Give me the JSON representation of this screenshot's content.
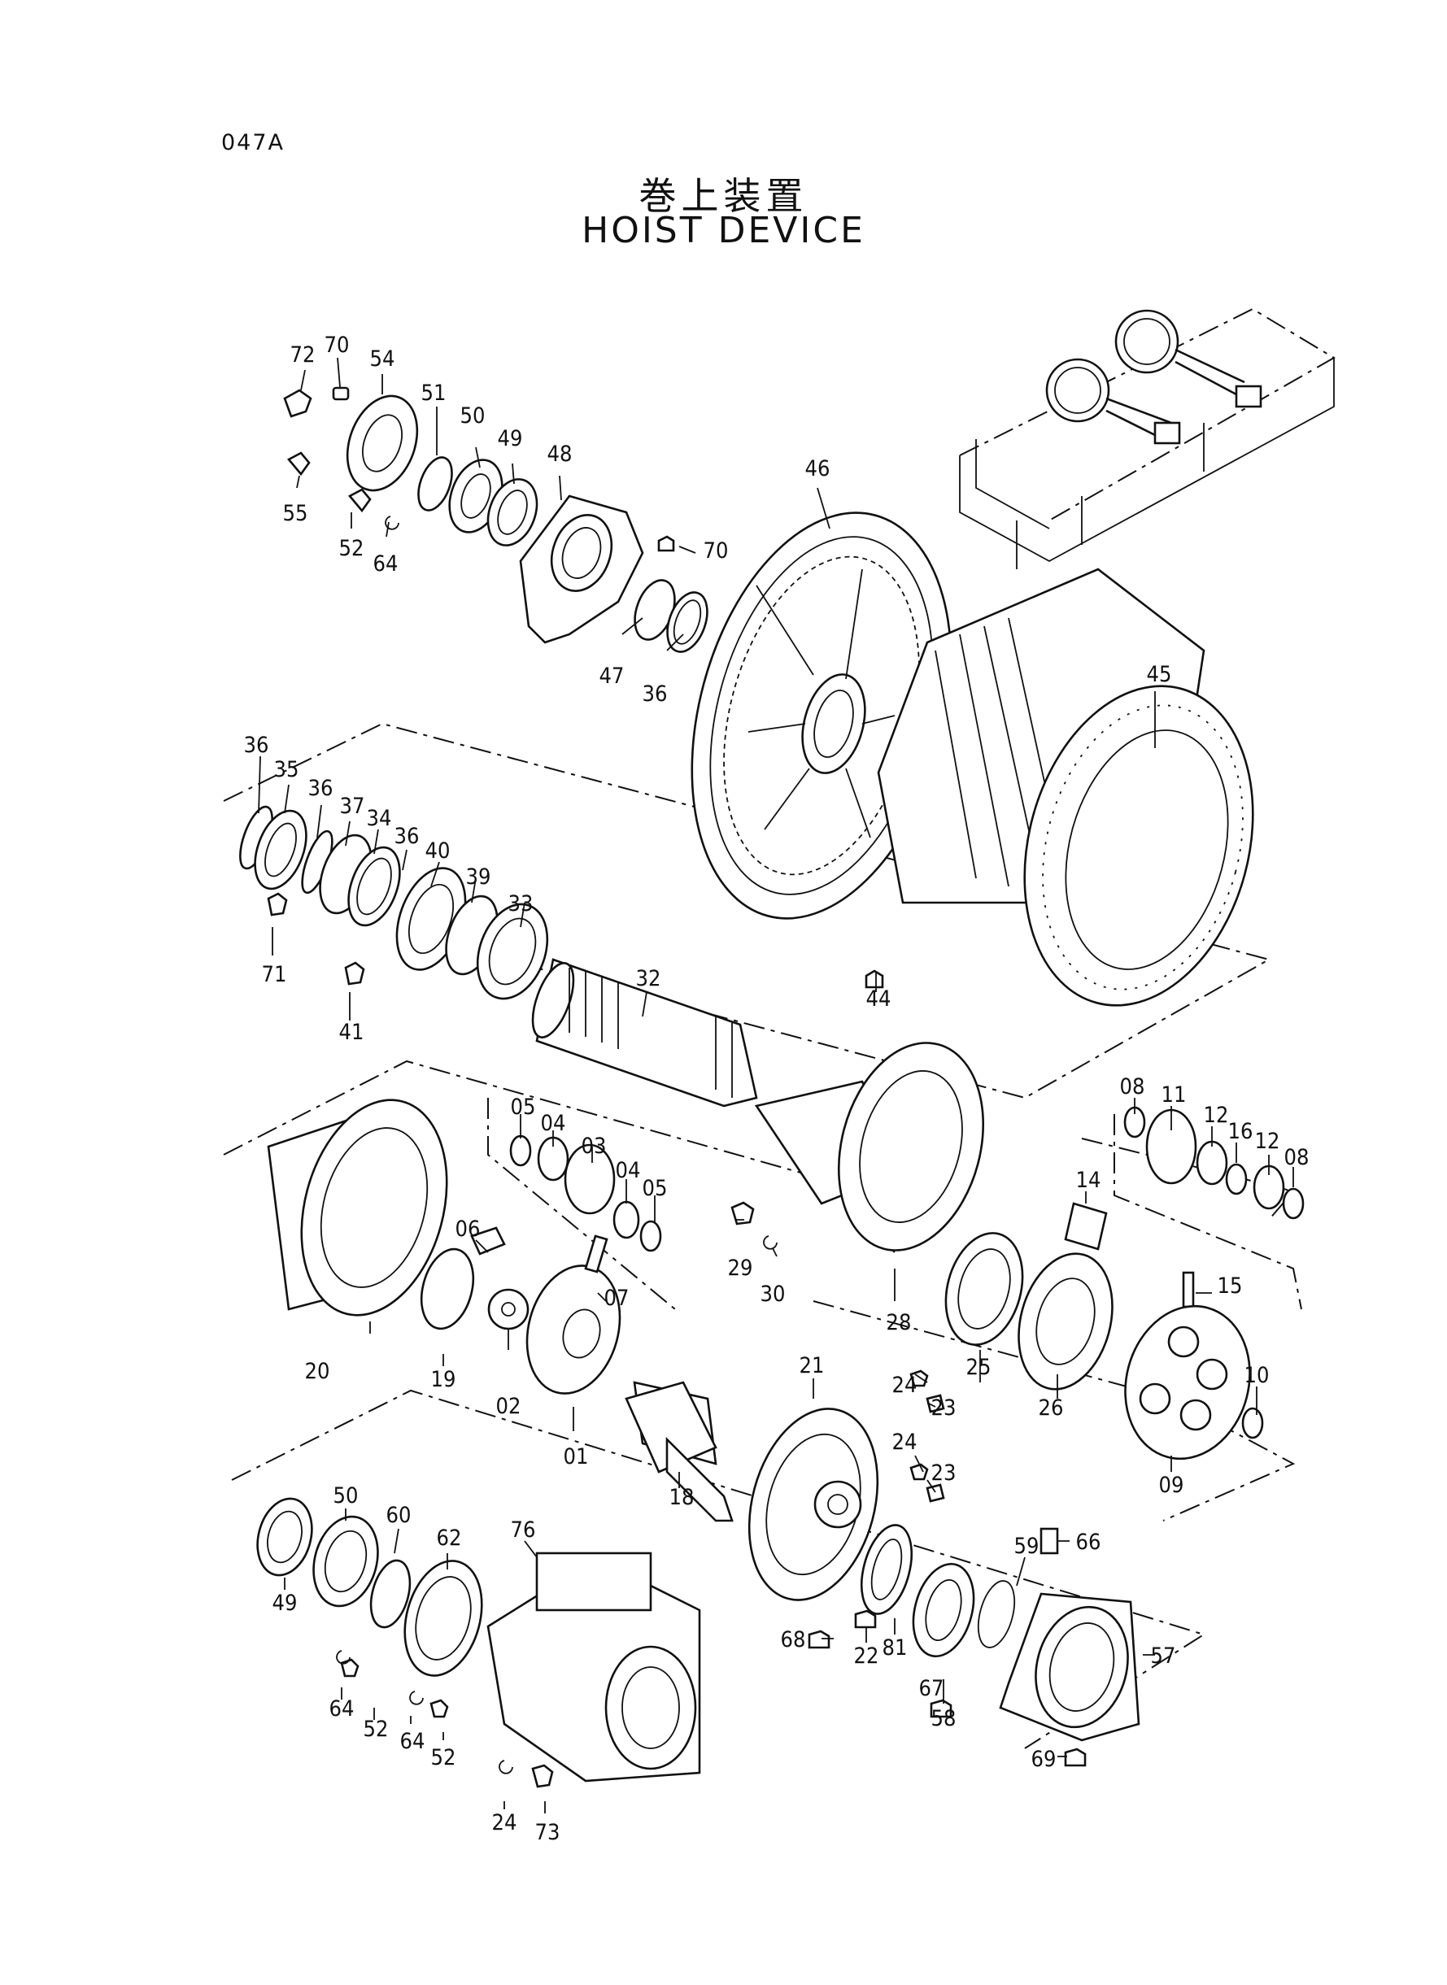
{
  "page_id": "047A",
  "title_jp": "巻上装置",
  "title_en": "HOIST DEVICE",
  "callouts": [
    "72",
    "70",
    "54",
    "51",
    "50",
    "49",
    "48",
    "55",
    "52",
    "64",
    "70",
    "47",
    "36",
    "46",
    "45",
    "36",
    "35",
    "36",
    "37",
    "34",
    "36",
    "40",
    "39",
    "33",
    "71",
    "41",
    "32",
    "44",
    "05",
    "04",
    "03",
    "04",
    "05",
    "06",
    "07",
    "20",
    "19",
    "02",
    "01",
    "29",
    "30",
    "28",
    "25",
    "26",
    "08",
    "11",
    "12",
    "16",
    "12",
    "08",
    "14",
    "15",
    "09",
    "10",
    "21",
    "24",
    "23",
    "24",
    "23",
    "18",
    "49",
    "50",
    "60",
    "62",
    "76",
    "59",
    "66",
    "57",
    "64",
    "52",
    "64",
    "52",
    "68",
    "22",
    "81",
    "58",
    "67",
    "69",
    "24",
    "73"
  ]
}
